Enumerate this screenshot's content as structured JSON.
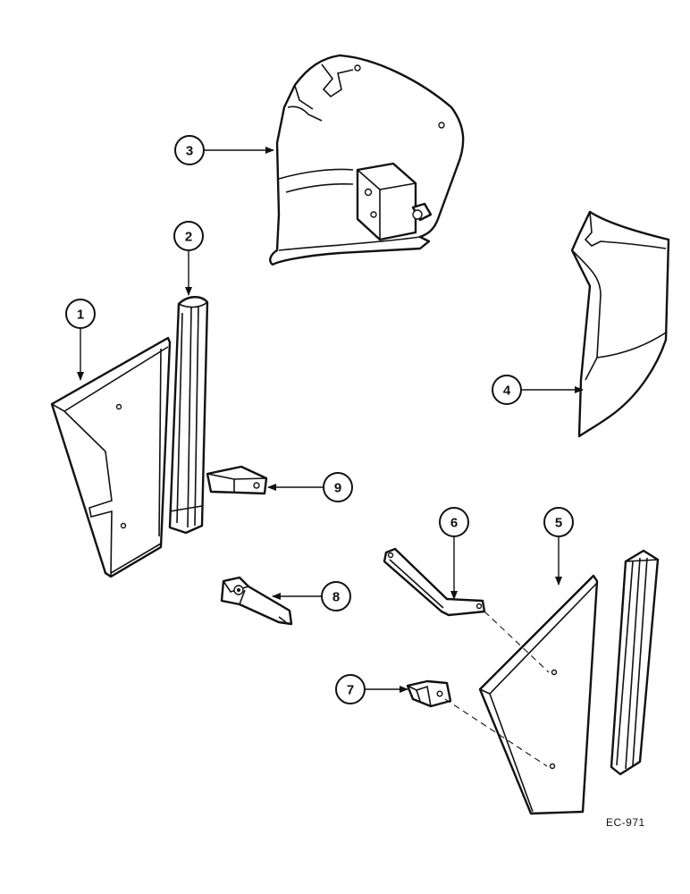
{
  "callouts": [
    {
      "id": "1",
      "label": "1"
    },
    {
      "id": "2",
      "label": "2"
    },
    {
      "id": "3",
      "label": "3"
    },
    {
      "id": "4",
      "label": "4"
    },
    {
      "id": "5",
      "label": "5"
    },
    {
      "id": "6",
      "label": "6"
    },
    {
      "id": "7",
      "label": "7"
    },
    {
      "id": "8",
      "label": "8"
    },
    {
      "id": "9",
      "label": "9"
    }
  ],
  "reference_code": "EC-971"
}
